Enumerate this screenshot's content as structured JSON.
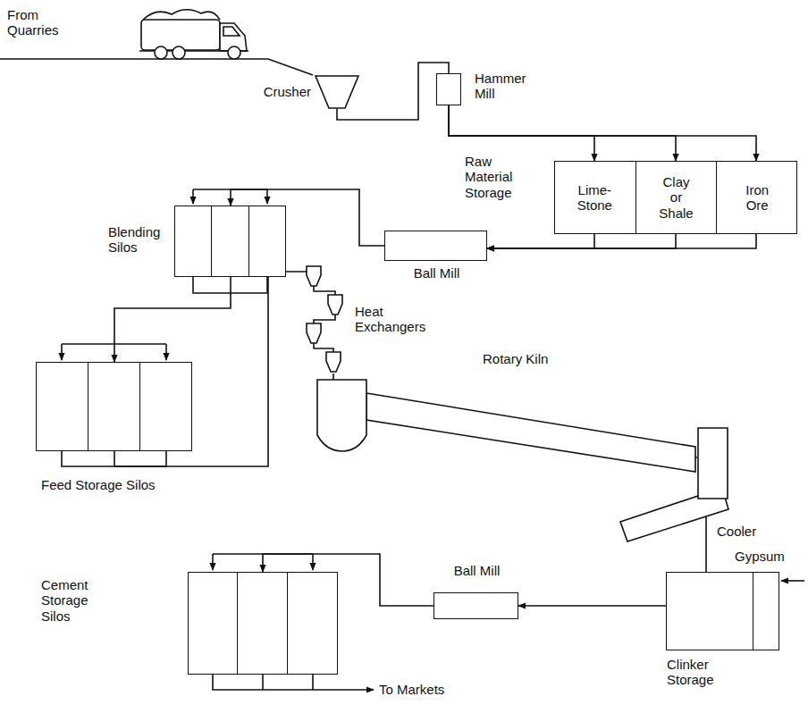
{
  "diagram": {
    "nodes": [
      {
        "text": [
          "Crusher"
        ]
      },
      {
        "text": [
          "Hammer Mill"
        ]
      },
      {
        "text": [
          "Raw Material Storage"
        ]
      },
      {
        "text": [
          "Lime- Stone"
        ],
        "in": 2
      },
      {
        "text": [
          "Clay or Shale"
        ],
        "in": 2
      },
      {
        "text": [
          "Iron Ore"
        ],
        "in": 2
      },
      {
        "text": [
          "Ball Mill"
        ]
      },
      {
        "text": [
          "Blending Silos"
        ]
      },
      {
        "text": [
          "Feed Storage Silos"
        ]
      },
      {
        "text": [
          "Heat Exchangers"
        ]
      },
      {
        "text": [
          "Rotary Kiln"
        ]
      },
      {
        "text": [
          "Cooler"
        ]
      },
      {
        "text": [
          "Clinker Storage"
        ]
      },
      {
        "text": [
          "Ball Mill"
        ]
      },
      {
        "text": [
          "Cement Storage Silos"
        ]
      }
    ],
    "edges": [
      {
        "from": 0,
        "to": 1,
        "arrow": "none"
      },
      {
        "from": 1,
        "to": 3,
        "arrow": "to"
      },
      {
        "from": 1,
        "to": 4,
        "arrow": "to"
      },
      {
        "from": 1,
        "to": 5,
        "arrow": "to"
      },
      {
        "from": 3,
        "to": 6,
        "arrow": "to"
      },
      {
        "from": 4,
        "to": 6,
        "arrow": "to"
      },
      {
        "from": 5,
        "to": 6,
        "arrow": "to"
      },
      {
        "from": 6,
        "to": 7,
        "arrow": "to"
      },
      {
        "from": 7,
        "to": 8,
        "arrow": "to"
      },
      {
        "from": 8,
        "to": 9,
        "arrow": "none"
      },
      {
        "from": 9,
        "to": 10,
        "arrow": "none"
      },
      {
        "from": 10,
        "to": 11,
        "arrow": "none"
      },
      {
        "from": 11,
        "to": 12,
        "arrow": "none"
      },
      {
        "from": 12,
        "to": 13,
        "arrow": "to"
      },
      {
        "from": 13,
        "to": 14,
        "arrow": "to"
      }
    ],
    "labels": [
      "From Quarries",
      "Gypsum",
      "To Markets"
    ]
  }
}
